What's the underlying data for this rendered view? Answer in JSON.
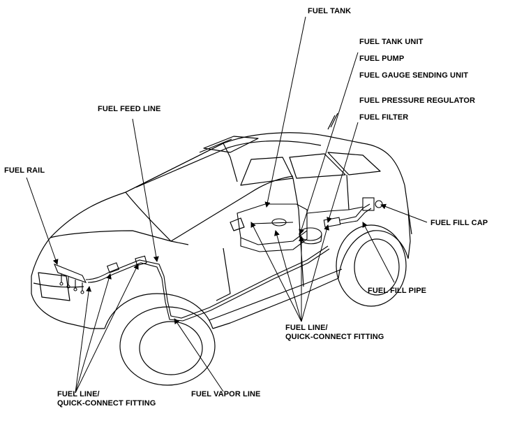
{
  "diagram": {
    "labels": {
      "fuel_tank": "FUEL TANK",
      "fuel_tank_unit": "FUEL TANK UNIT",
      "fuel_pump": "FUEL PUMP",
      "fuel_gauge_sending_unit": "FUEL GAUGE SENDING UNIT",
      "fuel_pressure_regulator": "FUEL PRESSURE REGULATOR",
      "fuel_filter": "FUEL FILTER",
      "fuel_feed_line": "FUEL FEED LINE",
      "fuel_rail": "FUEL RAIL",
      "fuel_fill_cap": "FUEL FILL CAP",
      "fuel_fill_pipe": "FUEL FILL PIPE",
      "fuel_line_center_1": "FUEL LINE/",
      "fuel_line_center_2": "QUICK-CONNECT FITTING",
      "fuel_line_left_1": "FUEL LINE/",
      "fuel_line_left_2": "QUICK-CONNECT FITTING",
      "fuel_vapor_line": "FUEL VAPOR LINE"
    }
  }
}
